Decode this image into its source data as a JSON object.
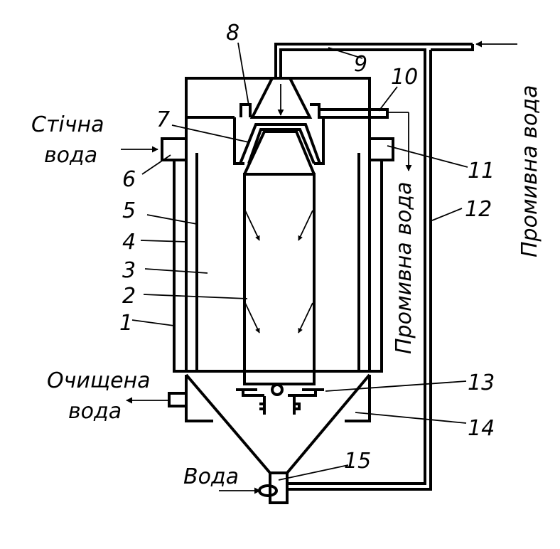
{
  "labels": {
    "wastewater": [
      "Стічна",
      "вода"
    ],
    "treated": [
      "Очищена",
      "вода"
    ],
    "water_inlet": "Вода",
    "rinse_right": "Промивна вода",
    "rinse_mid": "Промивна вода"
  },
  "callouts": [
    "1",
    "2",
    "3",
    "4",
    "5",
    "6",
    "7",
    "8",
    "9",
    "10",
    "11",
    "12",
    "13",
    "14",
    "15"
  ],
  "colors": {
    "ink": "#000000",
    "background": "#ffffff"
  }
}
